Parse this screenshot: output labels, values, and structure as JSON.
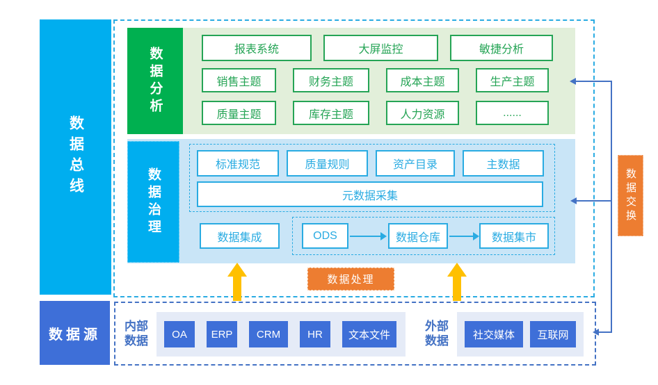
{
  "palette": {
    "cyan": "#00AEEF",
    "green": "#00B050",
    "light_green": "#E2EFDA",
    "light_blue": "#C9E5F7",
    "box_border_blue": "#29ABE2",
    "royal_blue": "#3E6FD8",
    "dashed_royal": "#4472C4",
    "orange": "#ED7D31",
    "gold": "#FFC000"
  },
  "bus": {
    "label": "数据总线"
  },
  "analysis": {
    "label": "数据分析",
    "row1": [
      "报表系统",
      "大屏监控",
      "敏捷分析"
    ],
    "row2": [
      "销售主题",
      "财务主题",
      "成本主题",
      "生产主题"
    ],
    "row3": [
      "质量主题",
      "库存主题",
      "人力资源",
      "......"
    ]
  },
  "governance": {
    "label": "数据治理",
    "standards": [
      "标准规范",
      "质量规则",
      "资产目录",
      "主数据"
    ],
    "metadata": "元数据采集",
    "integration": "数据集成",
    "pipeline": [
      "ODS",
      "数据仓库",
      "数据集市"
    ]
  },
  "processing": {
    "label": "数据处理"
  },
  "exchange": {
    "label": "数据交换"
  },
  "datasource": {
    "label": "数据源",
    "internal": {
      "title": "内部数据",
      "items": [
        "OA",
        "ERP",
        "CRM",
        "HR",
        "文本文件"
      ]
    },
    "external": {
      "title": "外部数据",
      "items": [
        "社交媒体",
        "互联网"
      ]
    }
  }
}
